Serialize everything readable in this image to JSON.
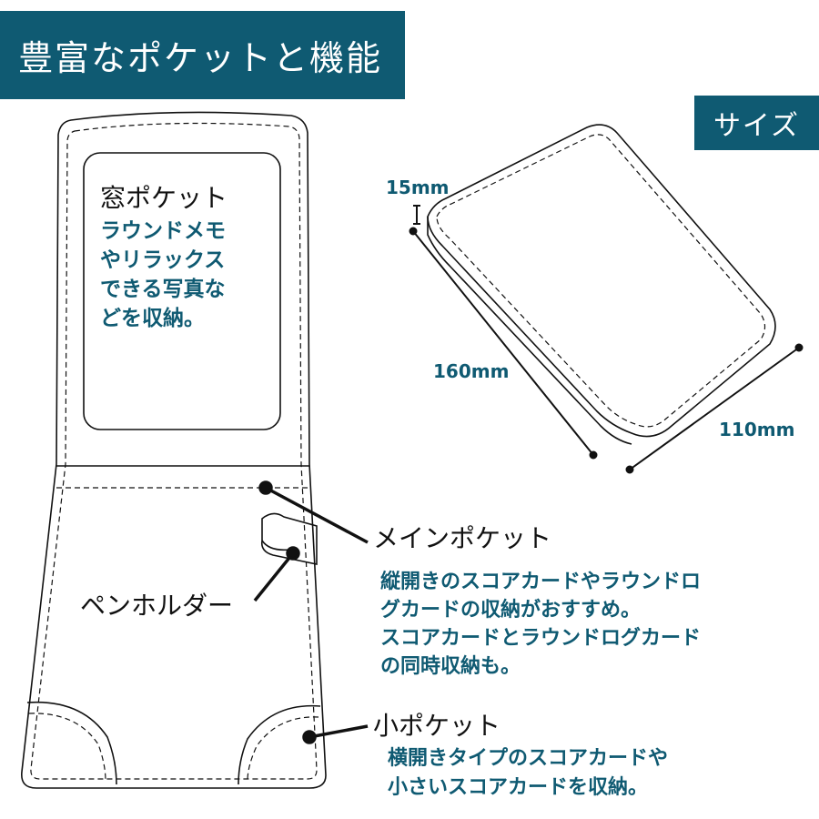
{
  "title": "豊富なポケットと機能",
  "size_label": "サイズ",
  "colors": {
    "teal": "#0f5a72",
    "ink": "#111111"
  },
  "window_pocket": {
    "heading": "窓ポケット",
    "lines": [
      "ラウンドメモ",
      "やリラックス",
      "できる写真な",
      "どを収納。"
    ]
  },
  "main_pocket": {
    "heading": "メインポケット",
    "lines": [
      "縦開きのスコアカードやラウンドロ",
      "グカードの収納がおすすめ。",
      "スコアカードとラウンドログカード",
      "の同時収納も。"
    ]
  },
  "pen_holder": {
    "label": "ペンホルダー"
  },
  "small_pocket": {
    "heading": "小ポケット",
    "lines": [
      "横開きタイプのスコアカードや",
      "小さいスコアカードを収納。"
    ]
  },
  "dimensions": {
    "thickness": "15mm",
    "length": "160mm",
    "width": "110mm"
  }
}
